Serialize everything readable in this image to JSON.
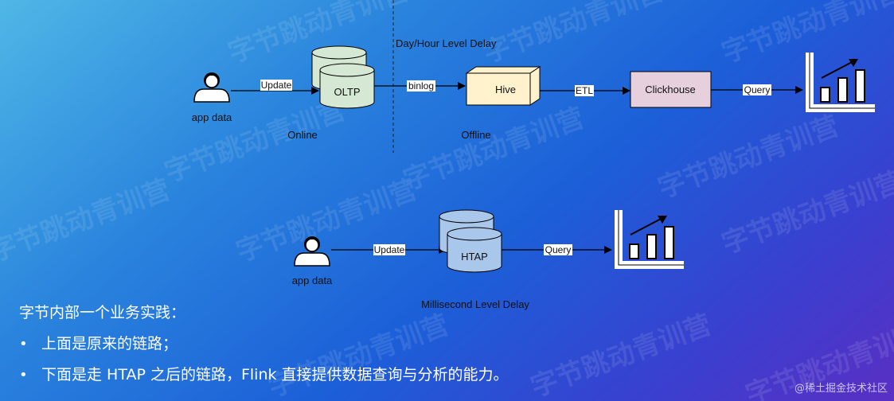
{
  "watermark": "字节跳动青训营",
  "top_flow": {
    "user_label": "app data",
    "update_label": "Update",
    "oltp_label": "OLTP",
    "binlog_label": "binlog",
    "hive_label": "Hive",
    "etl_label": "ETL",
    "clickhouse_label": "Clickhouse",
    "query_label": "Query",
    "online_label": "Online",
    "offline_label": "Offline",
    "delay_label": "Day/Hour Level Delay"
  },
  "bottom_flow": {
    "user_label": "app data",
    "update_label": "Update",
    "htap_label": "HTAP",
    "query_label": "Query",
    "delay_label": "Millisecond Level Delay"
  },
  "bullets": {
    "heading": "字节内部一个业务实践：",
    "items": [
      "上面是原来的链路；",
      "下面是走 HTAP 之后的链路，Flink 直接提供数据查询与分析的能力。"
    ]
  },
  "footer": "@稀土掘金技术社区",
  "colors": {
    "bg_start": "#4fb7e6",
    "bg_end": "#5a2fc4",
    "oltp_fill": "#d5e8d4",
    "htap_fill": "#a9c7ea",
    "hive_fill": "#fff2cc",
    "clickhouse_fill": "#e6d0de"
  }
}
